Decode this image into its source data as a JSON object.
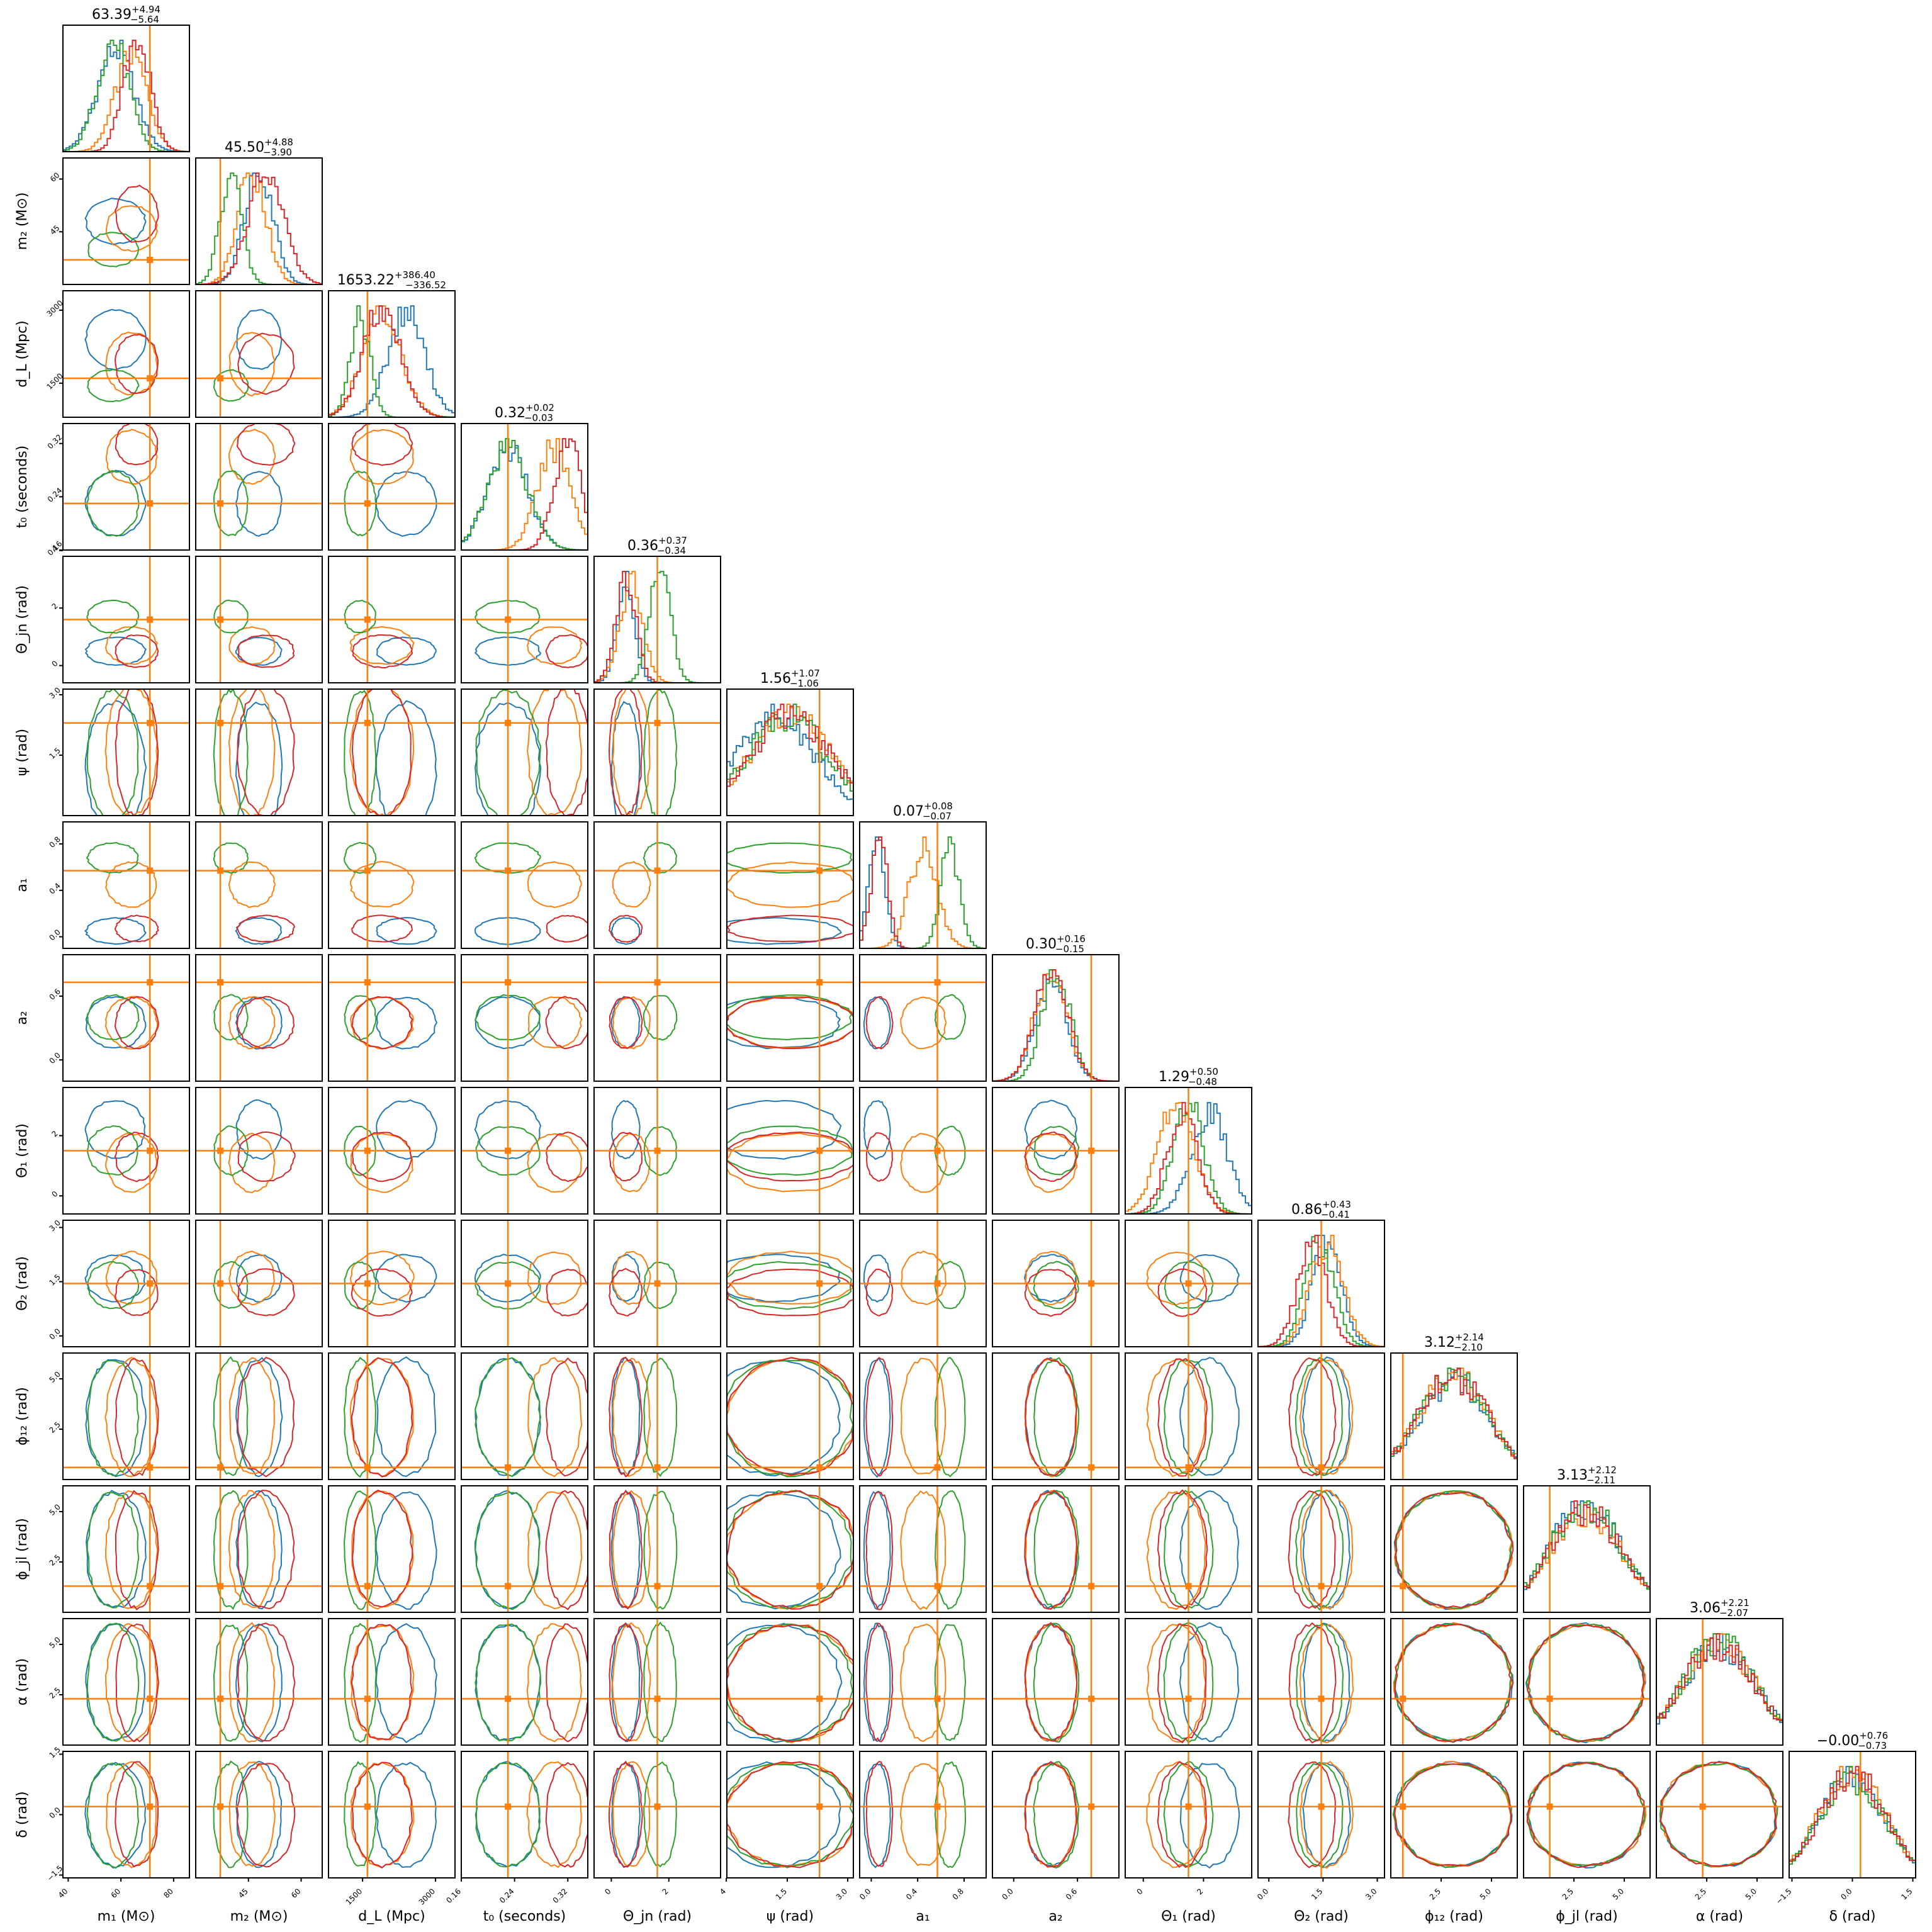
{
  "chart_data": {
    "type": "corner",
    "parameters": [
      {
        "label": "m₁ (M⊙)",
        "range": [
          38,
          86
        ],
        "ticks": [
          40,
          60,
          80
        ],
        "tick_labels": [
          "40",
          "60",
          "80"
        ],
        "title": "63.39",
        "plus": "+4.94",
        "minus": "−5.64",
        "truth": 71
      },
      {
        "label": "m₂ (M⊙)",
        "range": [
          30,
          66
        ],
        "ticks": [
          45,
          60
        ],
        "tick_labels": [
          "45",
          "60"
        ],
        "title": "45.50",
        "plus": "+4.88",
        "minus": "−3.90",
        "truth": 37
      },
      {
        "label": "d_L (Mpc)",
        "range": [
          800,
          3400
        ],
        "ticks": [
          1500,
          3000
        ],
        "tick_labels": [
          "1500",
          "3000"
        ],
        "title": "1653.22",
        "plus": "+386.40",
        "minus": "−336.52",
        "truth": 1600
      },
      {
        "label": "t₀ (seconds)",
        "range": [
          0.16,
          0.35
        ],
        "ticks": [
          0.16,
          0.24,
          0.32
        ],
        "tick_labels": [
          "0.16",
          "0.24",
          "0.32"
        ],
        "title": "0.32",
        "plus": "+0.02",
        "minus": "−0.03",
        "truth": 0.23
      },
      {
        "label": "Θ_jn (rad)",
        "range": [
          -0.6,
          3.8
        ],
        "ticks": [
          0,
          2,
          4
        ],
        "tick_labels": [
          "0",
          "2",
          "4"
        ],
        "title": "0.36",
        "plus": "+0.37",
        "minus": "−0.34",
        "truth": 1.6
      },
      {
        "label": "ψ (rad)",
        "range": [
          0,
          3.14
        ],
        "ticks": [
          1.5,
          3.0
        ],
        "tick_labels": [
          "1.5",
          "3.0"
        ],
        "title": "1.56",
        "plus": "+1.07",
        "minus": "−1.06",
        "truth": 2.3
      },
      {
        "label": "a₁",
        "range": [
          -0.1,
          0.99
        ],
        "ticks": [
          0.0,
          0.4,
          0.8
        ],
        "tick_labels": [
          "0.0",
          "0.4",
          "0.8"
        ],
        "title": "0.07",
        "plus": "+0.08",
        "minus": "−0.07",
        "truth": 0.57
      },
      {
        "label": "a₂",
        "range": [
          -0.2,
          0.99
        ],
        "ticks": [
          0.0,
          0.6
        ],
        "tick_labels": [
          "0.0",
          "0.6"
        ],
        "title": "0.30",
        "plus": "+0.16",
        "minus": "−0.15",
        "truth": 0.73
      },
      {
        "label": "Θ₁ (rad)",
        "range": [
          -0.6,
          3.6
        ],
        "ticks": [
          0,
          2
        ],
        "tick_labels": [
          "0",
          "2"
        ],
        "title": "1.29",
        "plus": "+0.50",
        "minus": "−0.48",
        "truth": 1.5
      },
      {
        "label": "Θ₂ (rad)",
        "range": [
          -0.3,
          3.2
        ],
        "ticks": [
          0.0,
          1.5,
          3.0
        ],
        "tick_labels": [
          "0.0",
          "1.5",
          "3.0"
        ],
        "title": "0.86",
        "plus": "+0.43",
        "minus": "−0.41",
        "truth": 1.45
      },
      {
        "label": "ϕ₁₂ (rad)",
        "range": [
          0,
          6.28
        ],
        "ticks": [
          2.5,
          5.0
        ],
        "tick_labels": [
          "2.5",
          "5.0"
        ],
        "title": "3.12",
        "plus": "+2.14",
        "minus": "−2.10",
        "truth": 0.6
      },
      {
        "label": "ϕ_jl (rad)",
        "range": [
          0,
          6.28
        ],
        "ticks": [
          2.5,
          5.0
        ],
        "tick_labels": [
          "2.5",
          "5.0"
        ],
        "title": "3.13",
        "plus": "+2.12",
        "minus": "−2.11",
        "truth": 1.3
      },
      {
        "label": "α (rad)",
        "range": [
          0,
          6.28
        ],
        "ticks": [
          2.5,
          5.0
        ],
        "tick_labels": [
          "2.5",
          "5.0"
        ],
        "title": "3.06",
        "plus": "+2.21",
        "minus": "−2.07",
        "truth": 2.3
      },
      {
        "label": "δ (rad)",
        "range": [
          -1.57,
          1.57
        ],
        "ticks": [
          -1.5,
          0.0,
          1.5
        ],
        "tick_labels": [
          "−1.5",
          "0.0",
          "1.5"
        ],
        "title": "−0.00",
        "plus": "+0.76",
        "minus": "−0.73",
        "truth": 0.2
      }
    ],
    "series": [
      {
        "color": "#1f77b4",
        "centers": [
          58,
          48,
          2400,
          0.23,
          0.5,
          1.2,
          0.05,
          0.35,
          2.2,
          1.6,
          3.1,
          3.1,
          3.1,
          0.0
        ],
        "widths": [
          7,
          4,
          380,
          0.03,
          0.3,
          1.0,
          0.07,
          0.15,
          0.6,
          0.4,
          1.8,
          1.8,
          1.8,
          0.8
        ]
      },
      {
        "color": "#ff7f0e",
        "centers": [
          64,
          46,
          1900,
          0.3,
          0.7,
          1.6,
          0.45,
          0.35,
          1.1,
          1.6,
          3.1,
          3.1,
          3.1,
          0.0
        ],
        "widths": [
          6,
          4,
          400,
          0.025,
          0.4,
          1.0,
          0.12,
          0.15,
          0.6,
          0.45,
          1.8,
          1.8,
          1.8,
          0.8
        ]
      },
      {
        "color": "#2ca02c",
        "centers": [
          57,
          40,
          1450,
          0.23,
          1.7,
          1.5,
          0.68,
          0.4,
          1.5,
          1.4,
          3.1,
          3.1,
          3.1,
          0.0
        ],
        "widths": [
          6,
          3,
          200,
          0.03,
          0.35,
          1.0,
          0.08,
          0.13,
          0.5,
          0.4,
          1.8,
          1.8,
          1.8,
          0.8
        ]
      },
      {
        "color": "#d62728",
        "centers": [
          66,
          50,
          1900,
          0.32,
          0.5,
          1.6,
          0.07,
          0.35,
          1.3,
          1.2,
          3.1,
          3.1,
          3.1,
          0.0
        ],
        "widths": [
          5,
          5,
          380,
          0.02,
          0.35,
          1.0,
          0.07,
          0.15,
          0.5,
          0.4,
          1.8,
          1.8,
          1.8,
          0.8
        ]
      }
    ],
    "truth_color": "#ff7f0e",
    "grid": false,
    "legend": "none"
  }
}
